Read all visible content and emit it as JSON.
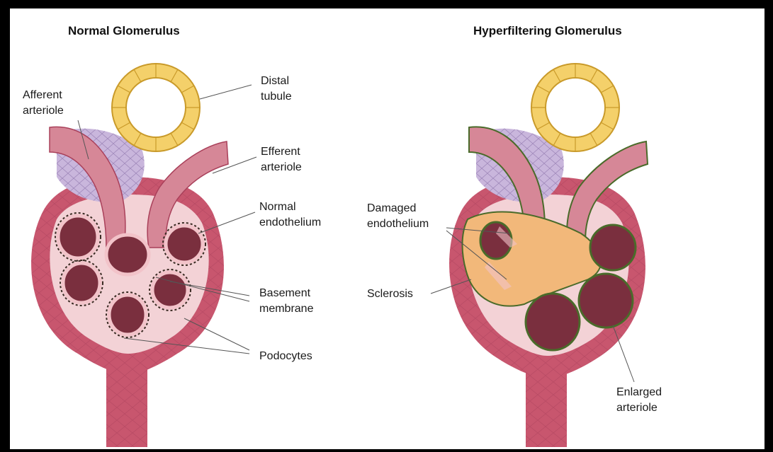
{
  "left_panel": {
    "title": "Normal Glomerulus",
    "labels": {
      "afferent": "Afferent\narteriole",
      "distal": "Distal\ntubule",
      "efferent": "Efferent\narteriole",
      "endothelium": "Normal\nendothelium",
      "basement": "Basement\nmembrane",
      "podocytes": "Podocytes"
    }
  },
  "right_panel": {
    "title": "Hyperfiltering Glomerulus",
    "labels": {
      "damaged": "Damaged\nendothelium",
      "sclerosis": "Sclerosis",
      "enlarged": "Enlarged\narteriole"
    }
  },
  "colors": {
    "capsule": "#c8566e",
    "capsule_dark": "#8f2f47",
    "capsule_inner": "#f3c7cc",
    "tubule": "#f4d06a",
    "tubule_cell": "#f7dd8a",
    "cells_purple": "#c9b6dc",
    "vessel": "#cf7f8f",
    "sclerosis": "#f2b87a",
    "lumen": "#7a2f3e",
    "border_green": "#4a6b2a"
  }
}
